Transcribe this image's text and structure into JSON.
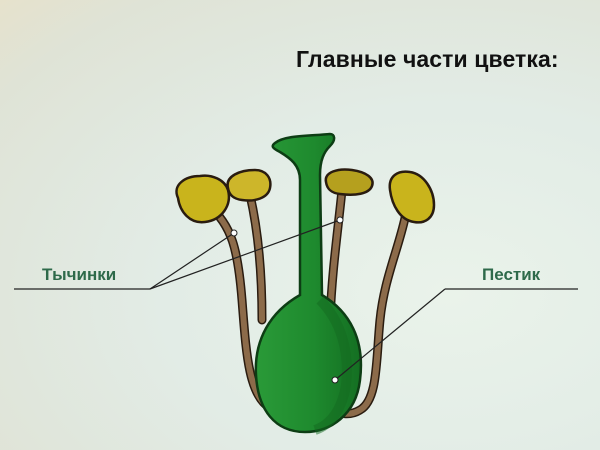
{
  "title": "Главные части цветка:",
  "labels": {
    "stamens": "Тычинки",
    "pistil": "Пестик"
  },
  "colors": {
    "title_text": "#111111",
    "label_text": "#2e6a4a",
    "pistil_green": "#1f8a2e",
    "anther_yellow": "#c9b41c",
    "filament_brown": "#8c6b4a",
    "leader_line": "#222222"
  }
}
